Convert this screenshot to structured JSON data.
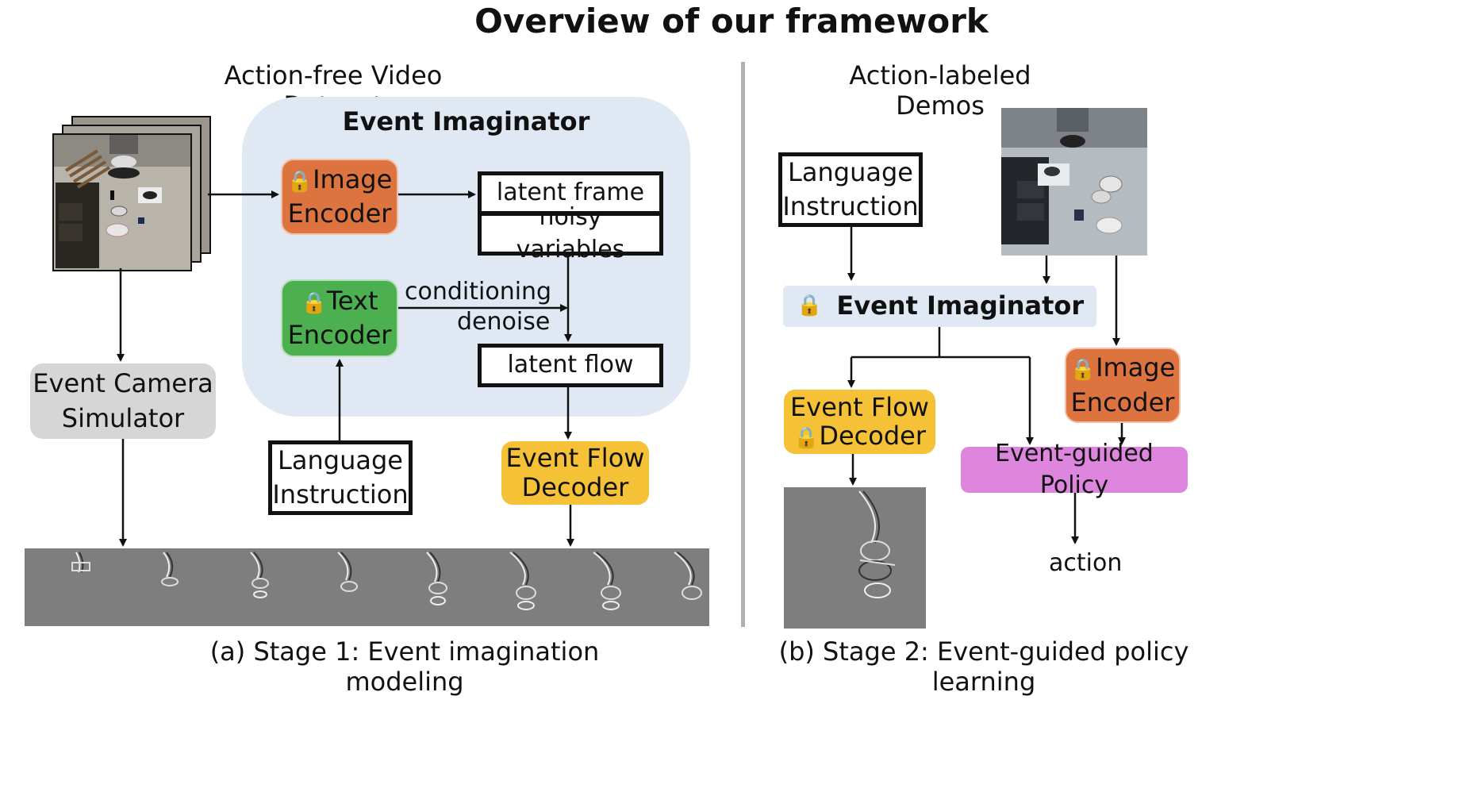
{
  "title": "Overview of our framework",
  "left": {
    "heading": "Action-free Video Dataset",
    "caption": "(a) Stage 1: Event imagination modeling",
    "imaginator_title": "Event Imaginator",
    "image_encoder": {
      "line1": "Image",
      "line2": "Encoder"
    },
    "text_encoder": {
      "line1": "Text",
      "line2": "Encoder"
    },
    "latent_frame": "latent frame",
    "noisy_variables": "noisy variables",
    "conditioning": "conditioning",
    "denoise": "denoise",
    "latent_flow": "latent flow",
    "event_camera": {
      "line1": "Event Camera",
      "line2": "Simulator"
    },
    "language_instruction": {
      "line1": "Language",
      "line2": "Instruction"
    },
    "event_flow_decoder": {
      "line1": "Event Flow",
      "line2": "Decoder"
    }
  },
  "right": {
    "heading": "Action-labeled Demos",
    "caption": "(b) Stage 2: Event-guided policy learning",
    "language_instruction": {
      "line1": "Language",
      "line2": "Instruction"
    },
    "imaginator": "Event Imaginator",
    "event_flow_decoder": {
      "line1": "Event Flow",
      "line2": "Decoder"
    },
    "image_encoder": {
      "line1": "Image",
      "line2": "Encoder"
    },
    "policy": "Event-guided Policy",
    "action": "action"
  },
  "icons": {
    "lock": "lock-icon",
    "lock_glyph": "🔒"
  },
  "colors": {
    "image_encoder": "#dd7440",
    "text_encoder": "#4caf50",
    "event_flow_decoder": "#f4c137",
    "event_camera_simulator": "#d6d6d6",
    "event_guided_policy": "#de86de",
    "event_imaginator_bg": "#dfe8f3"
  }
}
